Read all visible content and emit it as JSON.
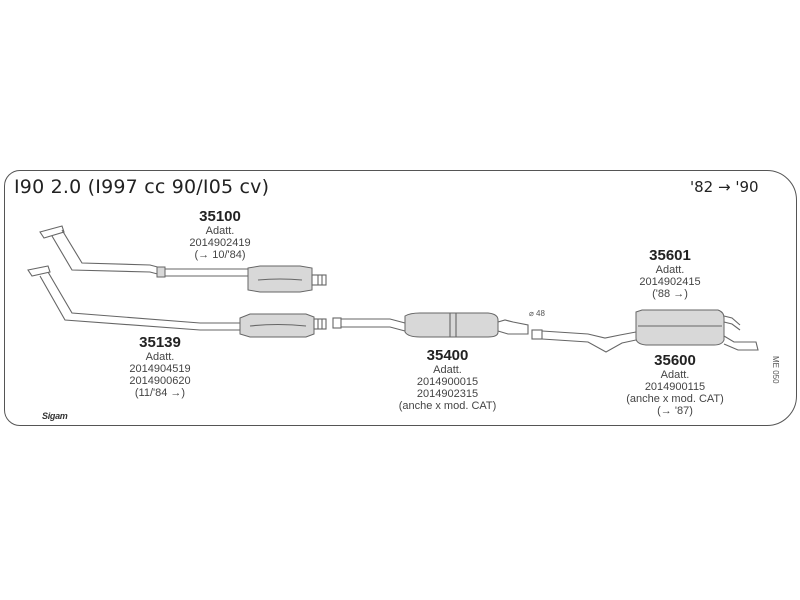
{
  "header": {
    "title": "I90 2.0 (I997 cc 90/I05 cv)",
    "years": "'82 → '90"
  },
  "parts": [
    {
      "id": "35100",
      "lines": [
        "Adatt.",
        "2014902419",
        "(→ 10/'84)"
      ]
    },
    {
      "id": "35139",
      "lines": [
        "Adatt.",
        "2014904519",
        "2014900620",
        "(11/'84 →)"
      ]
    },
    {
      "id": "35400",
      "lines": [
        "Adatt.",
        "2014900015",
        "2014902315",
        "(anche x mod. CAT)"
      ]
    },
    {
      "id": "35601",
      "lines": [
        "Adatt.",
        "2014902415",
        "('88 →)"
      ]
    },
    {
      "id": "35600",
      "lines": [
        "Adatt.",
        "2014900115",
        "(anche x mod. CAT)",
        "(→ '87)"
      ]
    }
  ],
  "diameter_label": "⌀ 48",
  "diagram_code": "ME 050",
  "logo_text": "Sigam",
  "colors": {
    "line": "#666666",
    "fill": "#d8d8d8",
    "border": "#555555"
  }
}
